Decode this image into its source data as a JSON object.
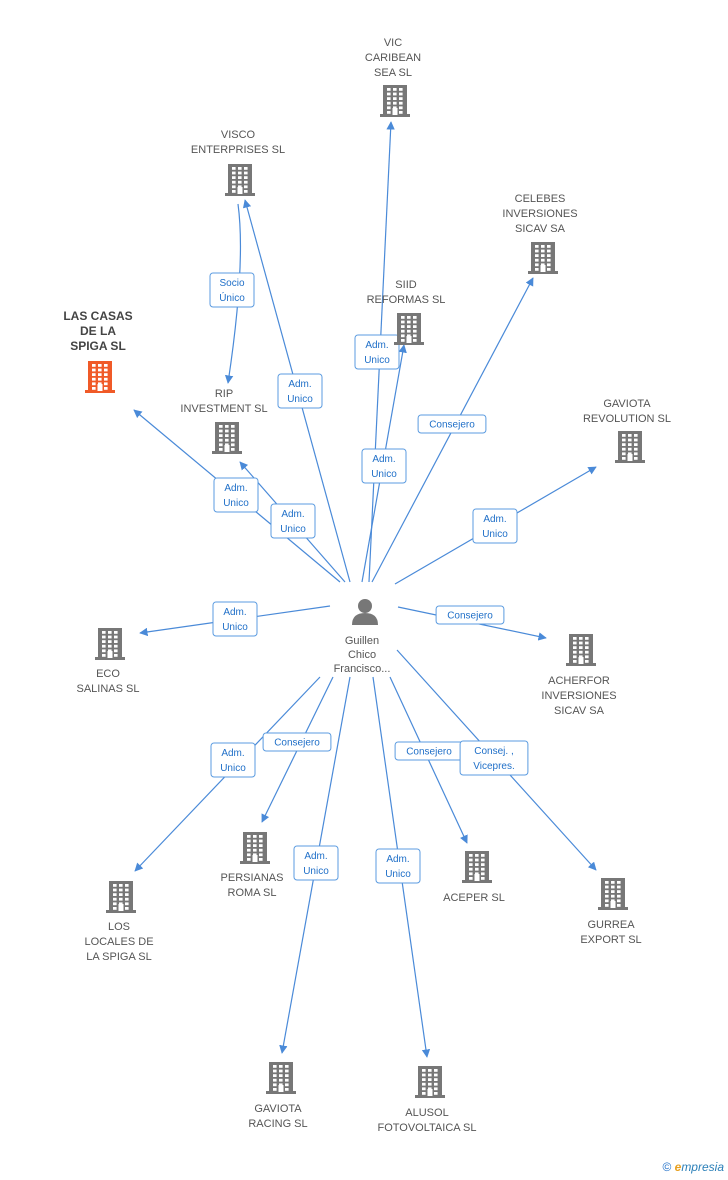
{
  "colors": {
    "edge": "#4a8ad8",
    "box_border": "#5b9be0",
    "box_text": "#1f6fc8",
    "company": "#777777",
    "highlight": "#f05a28",
    "person": "#777777"
  },
  "person": {
    "name_lines": [
      "Guillen",
      "Chico",
      "Francisco..."
    ]
  },
  "companies": [
    {
      "id": "vic",
      "lines": [
        "VIC",
        "CARIBEAN",
        "SEA SL"
      ]
    },
    {
      "id": "visco",
      "lines": [
        "VISCO",
        "ENTERPRISES SL"
      ]
    },
    {
      "id": "celebes",
      "lines": [
        "CELEBES",
        "INVERSIONES",
        "SICAV SA"
      ]
    },
    {
      "id": "siid",
      "lines": [
        "SIID",
        "REFORMAS SL"
      ]
    },
    {
      "id": "lascasas",
      "lines": [
        "LAS CASAS",
        "DE LA",
        "SPIGA SL"
      ],
      "highlight": true
    },
    {
      "id": "rip",
      "lines": [
        "RIP",
        "INVESTMENT SL"
      ]
    },
    {
      "id": "gaviotarev",
      "lines": [
        "GAVIOTA",
        "REVOLUTION SL"
      ]
    },
    {
      "id": "eco",
      "lines": [
        "ECO",
        "SALINAS SL"
      ]
    },
    {
      "id": "acherfor",
      "lines": [
        "ACHERFOR",
        "INVERSIONES",
        "SICAV SA"
      ]
    },
    {
      "id": "persianas",
      "lines": [
        "PERSIANAS",
        "ROMA SL"
      ]
    },
    {
      "id": "aceper",
      "lines": [
        "ACEPER SL"
      ]
    },
    {
      "id": "loslocales",
      "lines": [
        "LOS",
        "LOCALES DE",
        "LA SPIGA SL"
      ]
    },
    {
      "id": "gurrea",
      "lines": [
        "GURREA",
        "EXPORT SL"
      ]
    },
    {
      "id": "gaviotaracing",
      "lines": [
        "GAVIOTA",
        "RACING SL"
      ]
    },
    {
      "id": "alusol",
      "lines": [
        "ALUSOL",
        "FOTOVOLTAICA SL"
      ]
    }
  ],
  "edges": [
    {
      "id": "e_vic",
      "label": [
        "Adm.",
        "Unico"
      ]
    },
    {
      "id": "e_visco",
      "label": [
        "Adm.",
        "Unico"
      ]
    },
    {
      "id": "e_celebes",
      "label": [
        "Consejero"
      ]
    },
    {
      "id": "e_siid",
      "label": [
        "Adm.",
        "Unico"
      ]
    },
    {
      "id": "e_lascasas",
      "label": [
        "Adm.",
        "Unico"
      ]
    },
    {
      "id": "e_rip",
      "label": [
        "Adm.",
        "Unico"
      ]
    },
    {
      "id": "e_gaviotarev",
      "label": [
        "Adm.",
        "Unico"
      ]
    },
    {
      "id": "e_eco",
      "label": [
        "Adm.",
        "Unico"
      ]
    },
    {
      "id": "e_acherfor",
      "label": [
        "Consejero"
      ]
    },
    {
      "id": "e_persianas",
      "label": [
        "Consejero"
      ]
    },
    {
      "id": "e_aceper",
      "label": [
        "Consejero"
      ]
    },
    {
      "id": "e_loslocales",
      "label": [
        "Adm.",
        "Unico"
      ]
    },
    {
      "id": "e_gurrea",
      "label": [
        "Consej. ,",
        "Vicepres."
      ]
    },
    {
      "id": "e_gaviotaracing",
      "label": [
        "Adm.",
        "Unico"
      ]
    },
    {
      "id": "e_alusol",
      "label": [
        "Adm.",
        "Unico"
      ]
    },
    {
      "id": "e_visco_rip",
      "label": [
        "Socio",
        "Único"
      ]
    }
  ],
  "footer": {
    "copyright": "©",
    "brand_first": "e",
    "brand_rest": "mpresia"
  }
}
